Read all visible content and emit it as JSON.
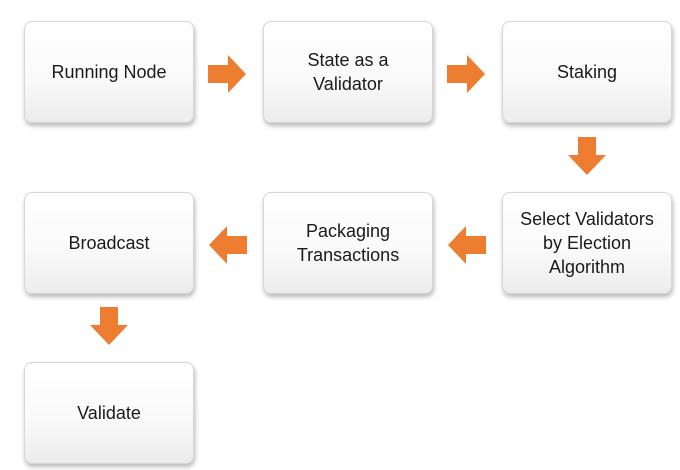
{
  "flow": {
    "steps": [
      {
        "label": "Running Node"
      },
      {
        "label": "State as a Validator"
      },
      {
        "label": "Staking"
      },
      {
        "label": "Select Validators by Election Algorithm"
      },
      {
        "label": "Packaging Transactions"
      },
      {
        "label": "Broadcast"
      },
      {
        "label": "Validate"
      }
    ]
  },
  "colors": {
    "arrow": "#ed7d31",
    "box_border": "#d6d6d6",
    "text": "#1a1a1a"
  }
}
